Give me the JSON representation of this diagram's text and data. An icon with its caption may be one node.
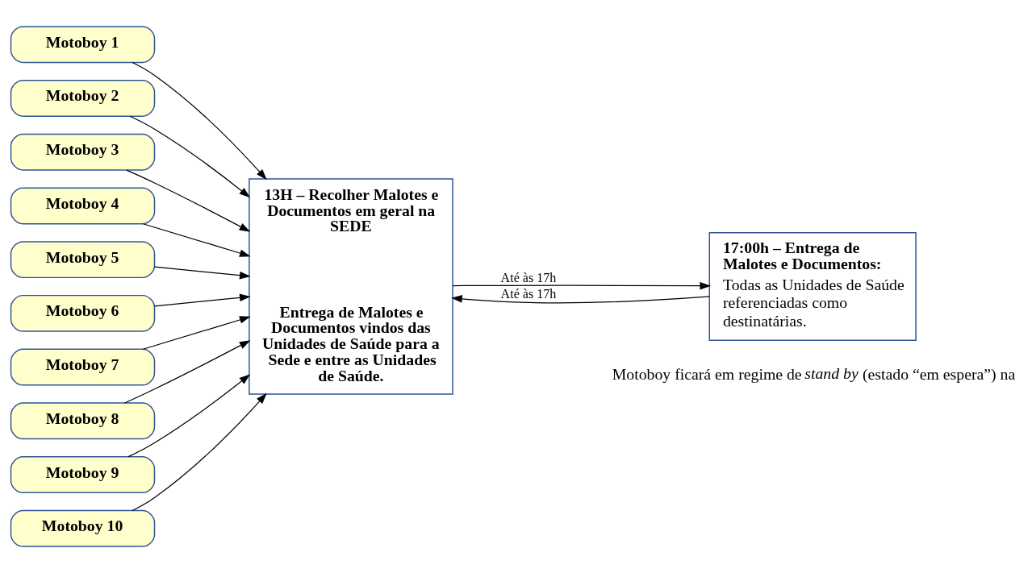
{
  "diagram": {
    "nodes": [
      {
        "text": [
          "Motoboy 1"
        ]
      },
      {
        "text": [
          "Motoboy 2"
        ]
      },
      {
        "text": [
          "Motoboy 3"
        ]
      },
      {
        "text": [
          "Motoboy 4"
        ]
      },
      {
        "text": [
          "Motoboy 5"
        ]
      },
      {
        "text": [
          "Motoboy 6"
        ]
      },
      {
        "text": [
          "Motoboy 7"
        ]
      },
      {
        "text": [
          "Motoboy 8"
        ]
      },
      {
        "text": [
          "Motoboy 9"
        ]
      },
      {
        "text": [
          "Motoboy 10"
        ]
      },
      {
        "text": [
          "13H – Recolher Malotes e Documentos em geral na SEDE",
          "Entrega de Malotes e Documentos vindos das Unidades de Saúde para a Sede e entre as Unidades de Saúde."
        ]
      },
      {
        "text": [
          "17:00h – Entrega de Malotes e Documentos:",
          "Todas as Unidades de Saúde referenciadas como destinatárias."
        ]
      }
    ],
    "edges": [
      {
        "from": 0,
        "to": 10,
        "arrow": "to"
      },
      {
        "from": 1,
        "to": 10,
        "arrow": "to"
      },
      {
        "from": 2,
        "to": 10,
        "arrow": "to"
      },
      {
        "from": 3,
        "to": 10,
        "arrow": "to"
      },
      {
        "from": 4,
        "to": 10,
        "arrow": "to"
      },
      {
        "from": 5,
        "to": 10,
        "arrow": "to"
      },
      {
        "from": 6,
        "to": 10,
        "arrow": "to"
      },
      {
        "from": 7,
        "to": 10,
        "arrow": "to"
      },
      {
        "from": 8,
        "to": 10,
        "arrow": "to"
      },
      {
        "from": 9,
        "to": 10,
        "arrow": "to"
      },
      {
        "from": 10,
        "to": 11,
        "label": "Até às 17h",
        "arrow": "to"
      },
      {
        "from": 11,
        "to": 10,
        "label": "Até às 17h",
        "arrow": "to"
      }
    ],
    "labels": [
      "Motoboy ficará em regime de *stand by* (estado “em espera”) na"
    ]
  }
}
